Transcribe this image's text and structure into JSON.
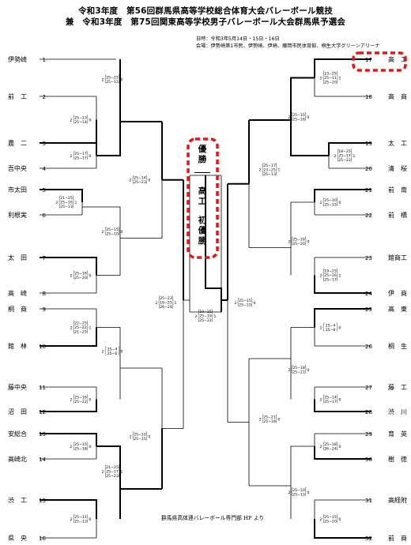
{
  "header": {
    "title_line1": "令和3年度　第56回群馬県高等学校総合体育大会バレーボール競技",
    "title_line2": "兼　令和3年度　第75回関東高等学校男子バレーボール大会群馬県予選会",
    "date": "日時：令和3年5月14日・15日・16日",
    "venue": "会場：伊勢崎第1市民、伊勢崎、伊崎、藤岡市民体育館、桐生大学グリーンアリーナ"
  },
  "left_teams": [
    {
      "num": "1",
      "name": "伊勢崎"
    },
    {
      "num": "2",
      "name": "前　工"
    },
    {
      "num": "3",
      "name": "農　二"
    },
    {
      "num": "4",
      "name": "吾中央"
    },
    {
      "num": "5",
      "name": "市太田"
    },
    {
      "num": "6",
      "name": "利根実"
    },
    {
      "num": "7",
      "name": "太　田"
    },
    {
      "num": "8",
      "name": "高　崎"
    },
    {
      "num": "9",
      "name": "桐　商"
    },
    {
      "num": "10",
      "name": "館　林"
    },
    {
      "num": "11",
      "name": "藤中央"
    },
    {
      "num": "12",
      "name": "沼　田"
    },
    {
      "num": "13",
      "name": "安総合"
    },
    {
      "num": "14",
      "name": "高崎北"
    },
    {
      "num": "15",
      "name": "渋　工"
    },
    {
      "num": "16",
      "name": "県　央"
    }
  ],
  "right_teams": [
    {
      "num": "17",
      "name": "高　工"
    },
    {
      "num": "18",
      "name": "高　商"
    },
    {
      "num": "19",
      "name": "太　工"
    },
    {
      "num": "20",
      "name": "清　桜"
    },
    {
      "num": "21",
      "name": "前　南"
    },
    {
      "num": "22",
      "name": "前　橋"
    },
    {
      "num": "23",
      "name": "館商工"
    },
    {
      "num": "24",
      "name": "伊　商"
    },
    {
      "num": "25",
      "name": "高　東"
    },
    {
      "num": "26",
      "name": "桐　生"
    },
    {
      "num": "27",
      "name": "藤　工"
    },
    {
      "num": "28",
      "name": "渋　川"
    },
    {
      "num": "29",
      "name": "育　英"
    },
    {
      "num": "30",
      "name": "樹　徳"
    },
    {
      "num": "31",
      "name": "高経附"
    },
    {
      "num": "32",
      "name": "前　商"
    }
  ],
  "scores": {
    "L_r1": [
      {
        "w": "2",
        "sets": [
          "25−13",
          "25−14"
        ],
        "l": "0"
      },
      {
        "w": "2",
        "sets": [
          "25−15",
          "25−11"
        ],
        "l": "0"
      },
      {
        "w": "2",
        "sets": [
          "25−17",
          "25−17"
        ],
        "l": "0"
      },
      {
        "w": "2",
        "sets": [
          "21−25",
          "25−16",
          "25−13"
        ],
        "l": "1"
      },
      {
        "w": "2",
        "sets": [
          "25−15",
          "25−10"
        ],
        "l": "0"
      },
      {
        "w": "2",
        "sets": [
          "25−16",
          "25−20"
        ],
        "l": "0"
      },
      {
        "w": "2",
        "sets": [
          "22−25",
          "25−22",
          "21−25"
        ],
        "l": "1"
      },
      {
        "w": "2",
        "sets": [
          "25−4",
          "25−6"
        ],
        "l": "0"
      },
      {
        "w": "2",
        "sets": [
          "25−16",
          "25−22"
        ],
        "l": "0"
      },
      {
        "w": "2",
        "sets": [
          "25−15",
          "25−18"
        ],
        "l": "0"
      },
      {
        "w": "2",
        "sets": [
          "21−25",
          "25−17",
          "25−23"
        ],
        "l": "1"
      },
      {
        "w": "2",
        "sets": [
          "25−11",
          "25−13"
        ],
        "l": "0"
      }
    ],
    "L_r2": [
      {
        "w": "2",
        "sets": [
          "25−14",
          "25−23"
        ],
        "l": "0"
      },
      {
        "w": "2",
        "sets": [
          "25−10",
          "25−15"
        ],
        "l": "0"
      }
    ],
    "L_sf": {
      "w": "2",
      "sets": [
        "25−23",
        "16−25",
        "26−24"
      ],
      "l": "1"
    },
    "R_r1": [
      {
        "w": "2",
        "sets": [
          "23−25",
          "25−11",
          "25−20"
        ],
        "l": "1"
      },
      {
        "w": "2",
        "sets": [
          "25−15",
          "25−16"
        ],
        "l": "0"
      },
      {
        "w": "2",
        "sets": [
          "18−25",
          "25−17",
          "25−22"
        ],
        "l": "1"
      },
      {
        "w": "2",
        "sets": [
          "25−10",
          "25−15"
        ],
        "l": "0"
      },
      {
        "w": "2",
        "sets": [
          "25−16",
          "25−20"
        ],
        "l": "0"
      },
      {
        "w": "2",
        "sets": [
          "19−25",
          "25−16",
          "25−17"
        ],
        "l": "1"
      },
      {
        "w": "2",
        "sets": [
          "25−4",
          "25−8"
        ],
        "l": "0"
      },
      {
        "w": "2",
        "sets": [
          "25−18",
          "25−21"
        ],
        "l": "0"
      },
      {
        "w": "2",
        "sets": [
          "25−14",
          "25−17"
        ],
        "l": "0"
      },
      {
        "w": "2",
        "sets": [
          "25−18",
          "26−24"
        ],
        "l": "0"
      },
      {
        "w": "2",
        "sets": [
          "25−10",
          "25−13"
        ],
        "l": "0"
      },
      {
        "w": "2",
        "sets": [
          "25−15",
          "25−20"
        ],
        "l": "0"
      }
    ],
    "R_r2": [
      {
        "w": "2",
        "sets": [
          "25−17",
          "23−25",
          "25−13"
        ],
        "l": "1"
      },
      {
        "w": "2",
        "sets": [
          "25−21",
          "25−19"
        ],
        "l": "0"
      }
    ],
    "R_sf": {
      "w": "2",
      "sets": [
        "25−15",
        "25−15"
      ],
      "l": "0"
    },
    "final": {
      "w": "2",
      "sets": [
        "19−25",
        "25−19",
        "25−22"
      ],
      "l": "1"
    }
  },
  "champion": {
    "label": "優勝",
    "team": "高工",
    "note": "初優勝"
  },
  "footer": "群馬県高体連バレーボール専門部 HP より",
  "colors": {
    "highlight": "#e8141c",
    "line": "#000000"
  }
}
